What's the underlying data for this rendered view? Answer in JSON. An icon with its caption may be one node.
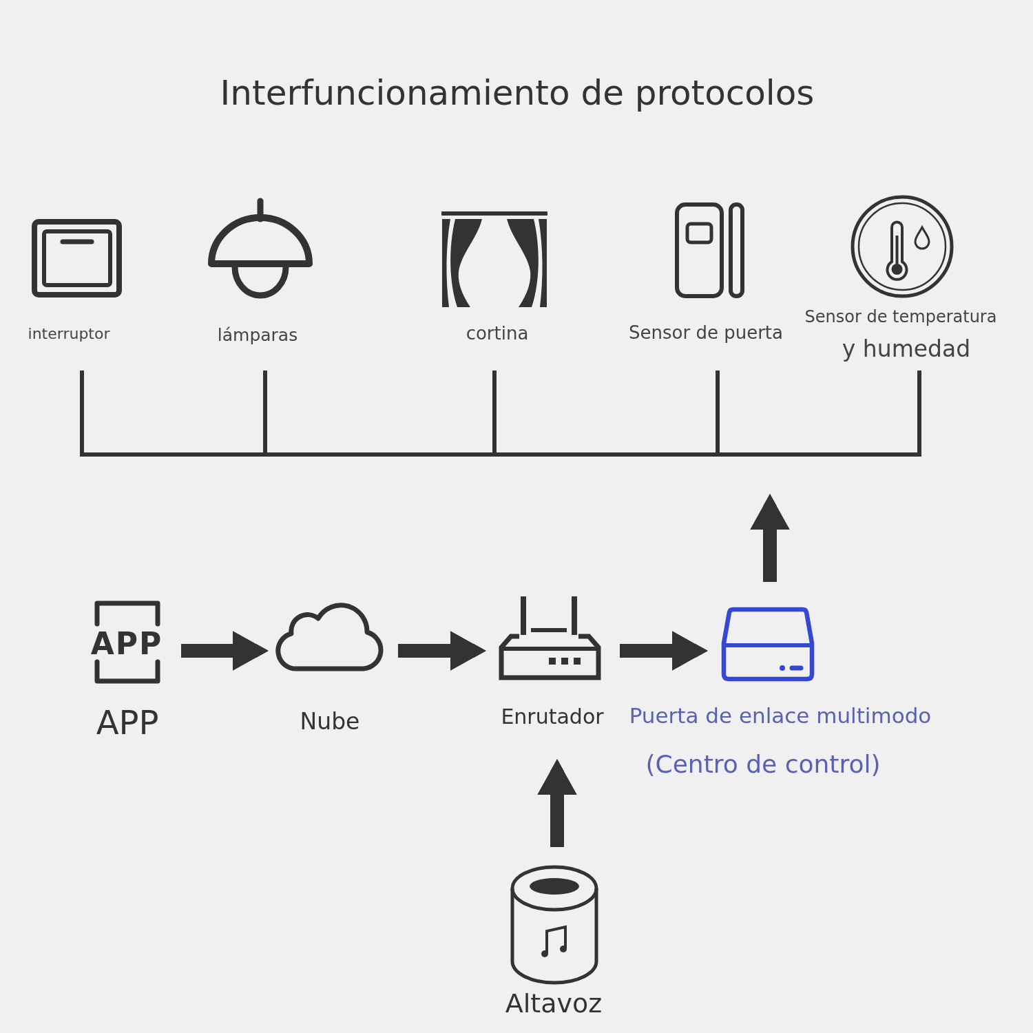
{
  "diagram": {
    "title": "Interfuncionamiento de protocolos",
    "nodes": [
      {
        "text": [
          "interruptor"
        ]
      },
      {
        "text": [
          "lámparas"
        ]
      },
      {
        "text": [
          "cortina"
        ]
      },
      {
        "text": [
          "Sensor de puerta"
        ]
      },
      {
        "text": [
          "Sensor de temperatura",
          "y humedad"
        ]
      },
      {
        "text": [],
        "shape": "bar"
      },
      {
        "text": [
          "APP",
          "APP"
        ]
      },
      {
        "text": [
          "Nube"
        ]
      },
      {
        "text": [
          "Enrutador"
        ]
      },
      {
        "text": [
          "Puerta de enlace multimodo",
          "(Centro de control)"
        ]
      },
      {
        "text": [
          "Altavoz"
        ]
      }
    ],
    "edges": [
      {
        "from": 5,
        "to": 0,
        "arrow": "none"
      },
      {
        "from": 5,
        "to": 1,
        "arrow": "none"
      },
      {
        "from": 5,
        "to": 2,
        "arrow": "none"
      },
      {
        "from": 5,
        "to": 3,
        "arrow": "none"
      },
      {
        "from": 5,
        "to": 4,
        "arrow": "none"
      },
      {
        "from": 9,
        "to": 5,
        "arrow": "to",
        "style": "thick"
      },
      {
        "from": 6,
        "to": 7,
        "arrow": "to",
        "style": "thick"
      },
      {
        "from": 7,
        "to": 8,
        "arrow": "to",
        "style": "thick"
      },
      {
        "from": 8,
        "to": 9,
        "arrow": "to",
        "style": "thick"
      },
      {
        "from": 10,
        "to": 8,
        "arrow": "to",
        "style": "thick"
      }
    ]
  }
}
